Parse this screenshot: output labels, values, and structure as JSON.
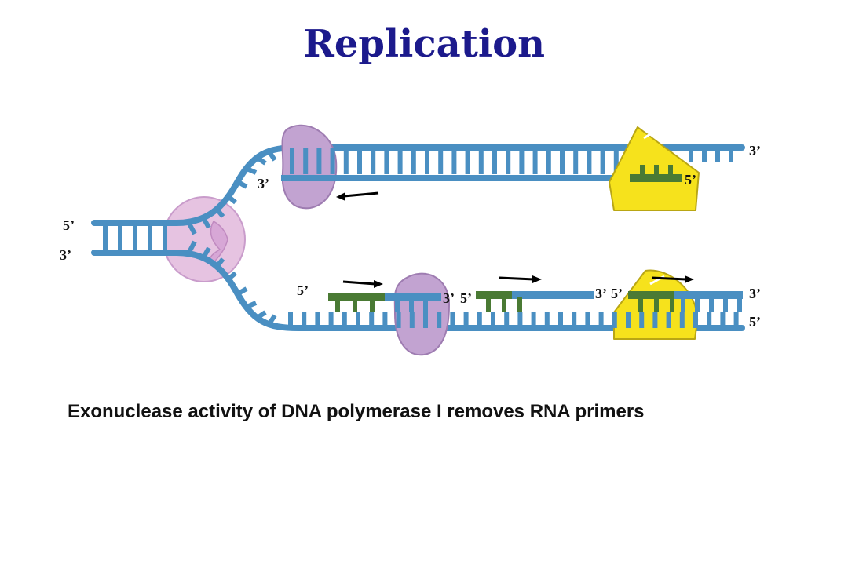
{
  "title": "Replication",
  "caption": "Exonuclease activity of DNA polymerase I removes RNA primers",
  "labels": {
    "parent_5": "5’",
    "parent_3": "3’",
    "leading_primer_3": "3’",
    "top_right_3": "3’",
    "top_right_5": "5’",
    "lagging_5": "5’",
    "okazaki_3a": "3’",
    "okazaki_5a": "5’",
    "okazaki_3b": "3’",
    "okazaki_5b": "5’",
    "bottom_right_3": "3’",
    "bottom_right_5": "5’"
  },
  "colors": {
    "title": "#1c1a8c",
    "dna_strand": "#4a8fc2",
    "rna_primer": "#4a7a34",
    "polymerase_III": "#c2a3d1",
    "polymerase_I": "#f6e21c",
    "helicase": "#e6c3e1",
    "arrow": "#000000"
  }
}
